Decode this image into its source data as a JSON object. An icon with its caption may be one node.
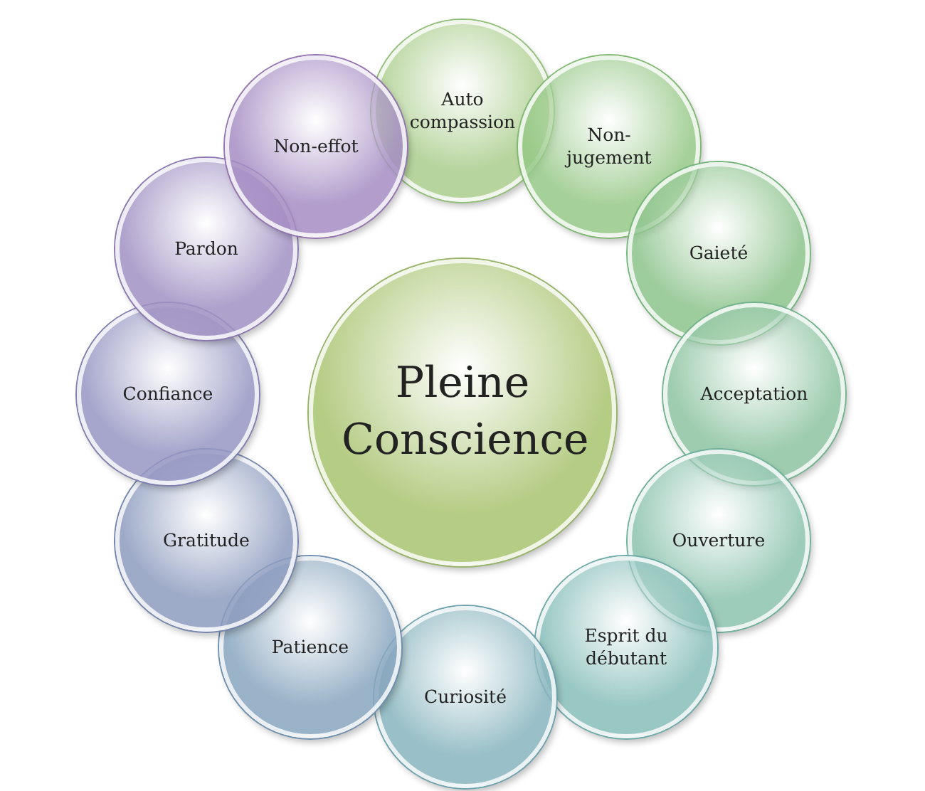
{
  "diagram": {
    "nodes": [
      {
        "text": [
          "Pleine Conscience"
        ]
      },
      {
        "text": [
          "Auto compassion"
        ]
      },
      {
        "text": [
          "Non-jugement"
        ]
      },
      {
        "text": [
          "Gaieté"
        ]
      },
      {
        "text": [
          "Acceptation"
        ]
      },
      {
        "text": [
          "Ouverture"
        ]
      },
      {
        "text": [
          "Esprit du débutant"
        ]
      },
      {
        "text": [
          "Curiosité"
        ]
      },
      {
        "text": [
          "Patience"
        ]
      },
      {
        "text": [
          "Gratitude"
        ]
      },
      {
        "text": [
          "Confiance"
        ]
      },
      {
        "text": [
          "Pardon"
        ]
      },
      {
        "text": [
          "Non-effot"
        ]
      }
    ]
  }
}
